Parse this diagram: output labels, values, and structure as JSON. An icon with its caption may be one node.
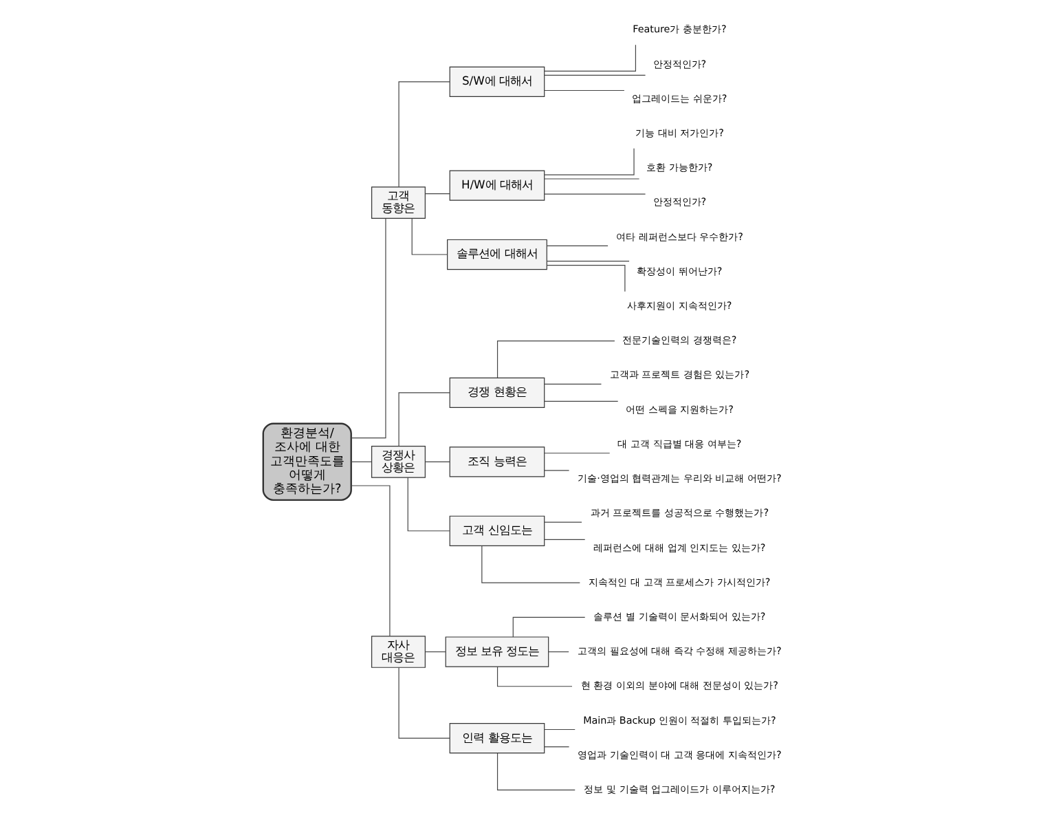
{
  "diagram": {
    "nodes": [
      {
        "text": [
          "환경분석/ 조사에 대한 고객만족도를 어떻게 충족하는가?"
        ]
      },
      {
        "text": [
          "고객 동향은"
        ]
      },
      {
        "text": [
          "S/W에 대해서"
        ]
      },
      {
        "text": [
          "Feature가 충분한가?"
        ]
      },
      {
        "text": [
          "안정적인가?"
        ]
      },
      {
        "text": [
          "업그레이드는 쉬운가?"
        ]
      },
      {
        "text": [
          "H/W에 대해서"
        ]
      },
      {
        "text": [
          "기능 대비 저가인가?"
        ]
      },
      {
        "text": [
          "호환 가능한가?"
        ]
      },
      {
        "text": [
          "안정적인가?"
        ]
      },
      {
        "text": [
          "솔루션에 대해서"
        ]
      },
      {
        "text": [
          "여타 레퍼런스보다 우수한가?"
        ]
      },
      {
        "text": [
          "확장성이 뛰어난가?"
        ]
      },
      {
        "text": [
          "사후지원이 지속적인가?"
        ]
      },
      {
        "text": [
          "경쟁사 상황은"
        ]
      },
      {
        "text": [
          "경쟁 현황은"
        ]
      },
      {
        "text": [
          "전문기술인력의 경쟁력은?"
        ]
      },
      {
        "text": [
          "고객과 프로젝트 경험은 있는가?"
        ]
      },
      {
        "text": [
          "어떤 스펙을 지원하는가?"
        ]
      },
      {
        "text": [
          "조직 능력은"
        ]
      },
      {
        "text": [
          "대 고객 직급별 대응 여부는?"
        ]
      },
      {
        "text": [
          "기술·영업의 협력관계는 우리와 비교해 어떤가?"
        ]
      },
      {
        "text": [
          "고객 신임도는"
        ]
      },
      {
        "text": [
          "과거 프로젝트를 성공적으로 수행했는가?"
        ]
      },
      {
        "text": [
          "레퍼런스에 대해 업계 인지도는 있는가?"
        ]
      },
      {
        "text": [
          "지속적인 대 고객 프로세스가 가시적인가?"
        ]
      },
      {
        "text": [
          "자사 대응은"
        ]
      },
      {
        "text": [
          "정보 보유 정도는"
        ]
      },
      {
        "text": [
          "솔루션 별 기술력이 문서화되어 있는가?"
        ]
      },
      {
        "text": [
          "고객의 필요성에 대해 즉각 수정해 제공하는가?"
        ]
      },
      {
        "text": [
          "현 환경 이외의 분야에 대해 전문성이 있는가?"
        ]
      },
      {
        "text": [
          "인력 활용도는"
        ]
      },
      {
        "text": [
          "Main과 Backup 인원이 적절히 투입되는가?"
        ]
      },
      {
        "text": [
          "영업과 기술인력이 대 고객 응대에 지속적인가?"
        ]
      },
      {
        "text": [
          "정보 및 기술력 업그레이드가 이루어지는가?"
        ]
      }
    ],
    "edges": [
      {
        "from": 0,
        "to": 1,
        "arrow": "none"
      },
      {
        "from": 1,
        "to": 2,
        "arrow": "none"
      },
      {
        "from": 2,
        "to": 3,
        "arrow": "none"
      },
      {
        "from": 2,
        "to": 4,
        "arrow": "none"
      },
      {
        "from": 2,
        "to": 5,
        "arrow": "none"
      },
      {
        "from": 1,
        "to": 6,
        "arrow": "none"
      },
      {
        "from": 6,
        "to": 7,
        "arrow": "none"
      },
      {
        "from": 6,
        "to": 8,
        "arrow": "none"
      },
      {
        "from": 6,
        "to": 9,
        "arrow": "none"
      },
      {
        "from": 1,
        "to": 10,
        "arrow": "none"
      },
      {
        "from": 10,
        "to": 11,
        "arrow": "none"
      },
      {
        "from": 10,
        "to": 12,
        "arrow": "none"
      },
      {
        "from": 10,
        "to": 13,
        "arrow": "none"
      },
      {
        "from": 0,
        "to": 14,
        "arrow": "none"
      },
      {
        "from": 14,
        "to": 15,
        "arrow": "none"
      },
      {
        "from": 15,
        "to": 16,
        "arrow": "none"
      },
      {
        "from": 15,
        "to": 17,
        "arrow": "none"
      },
      {
        "from": 15,
        "to": 18,
        "arrow": "none"
      },
      {
        "from": 14,
        "to": 19,
        "arrow": "none"
      },
      {
        "from": 19,
        "to": 20,
        "arrow": "none"
      },
      {
        "from": 19,
        "to": 21,
        "arrow": "none"
      },
      {
        "from": 14,
        "to": 22,
        "arrow": "none"
      },
      {
        "from": 22,
        "to": 23,
        "arrow": "none"
      },
      {
        "from": 22,
        "to": 24,
        "arrow": "none"
      },
      {
        "from": 22,
        "to": 25,
        "arrow": "none"
      },
      {
        "from": 0,
        "to": 26,
        "arrow": "none"
      },
      {
        "from": 26,
        "to": 27,
        "arrow": "none"
      },
      {
        "from": 27,
        "to": 28,
        "arrow": "none"
      },
      {
        "from": 27,
        "to": 29,
        "arrow": "none"
      },
      {
        "from": 27,
        "to": 30,
        "arrow": "none"
      },
      {
        "from": 26,
        "to": 31,
        "arrow": "none"
      },
      {
        "from": 31,
        "to": 32,
        "arrow": "none"
      },
      {
        "from": 31,
        "to": 33,
        "arrow": "none"
      },
      {
        "from": 31,
        "to": 34,
        "arrow": "none"
      }
    ]
  }
}
